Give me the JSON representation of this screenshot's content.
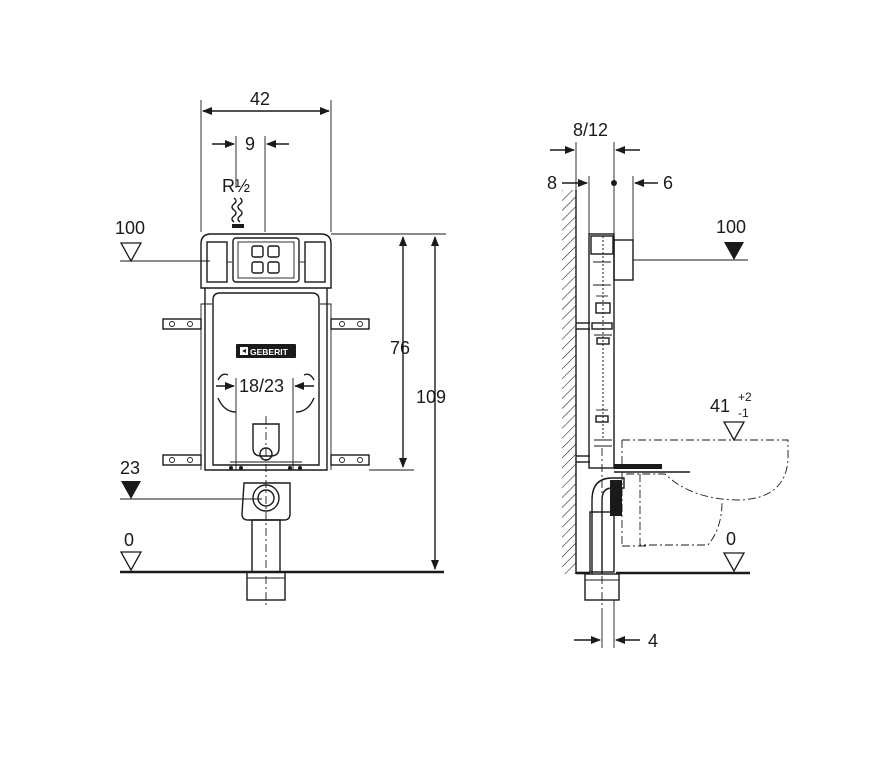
{
  "front_view": {
    "width": "42",
    "connection_offset": "9",
    "connection_label": "R½",
    "level_top": "100",
    "level_pipe": "23",
    "level_floor": "0",
    "frame_height": "76",
    "total_height": "109",
    "pipe_spacing": "18/23",
    "brand_text": "GEBERIT"
  },
  "side_view": {
    "depth_range": "8/12",
    "wall_gap": "8",
    "front_offset": "6",
    "level_top": "100",
    "bowl_height": "41",
    "bowl_tol_plus": "+2",
    "bowl_tol_minus": "-1",
    "level_floor": "0",
    "pipe_offset": "4"
  },
  "colors": {
    "line": "#1a1a1a",
    "background": "#ffffff"
  }
}
